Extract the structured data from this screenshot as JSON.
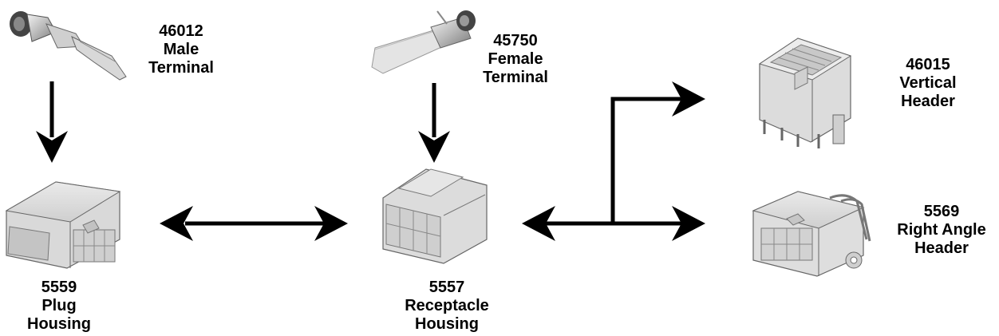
{
  "labels": {
    "male_terminal": {
      "part": "46012",
      "line1": "Male",
      "line2": "Terminal"
    },
    "female_terminal": {
      "part": "45750",
      "line1": "Female",
      "line2": "Terminal"
    },
    "vertical_header": {
      "part": "46015",
      "line1": "Vertical",
      "line2": "Header"
    },
    "right_angle_header": {
      "part": "5569",
      "line1": "Right Angle",
      "line2": "Header"
    },
    "plug_housing": {
      "part": "5559",
      "line1": "Plug",
      "line2": "Housing"
    },
    "receptacle_housing": {
      "part": "5557",
      "line1": "Receptacle",
      "line2": "Housing"
    }
  }
}
